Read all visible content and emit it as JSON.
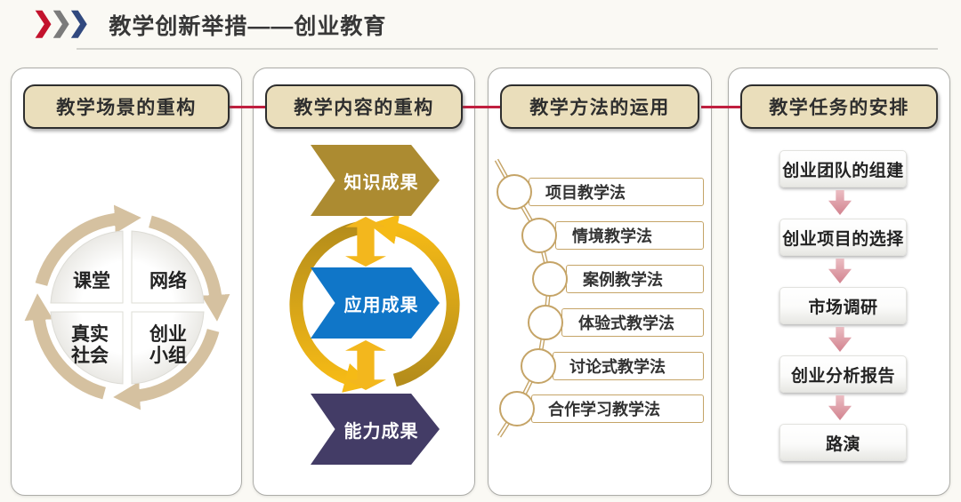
{
  "slide": {
    "title": "教学创新举措——创业教育",
    "marker_glyph": "❯"
  },
  "panels": {
    "scene": {
      "title": "教学场景的重构",
      "quadrants": [
        "课堂",
        "网络",
        "真实社会",
        "创业小组"
      ]
    },
    "content": {
      "title": "教学内容的重构",
      "levels": [
        "知识成果",
        "应用成果",
        "能力成果"
      ]
    },
    "method": {
      "title": "教学方法的运用",
      "items": [
        "项目教学法",
        "情境教学法",
        "案例教学法",
        "体验式教学法",
        "讨论式教学法",
        "合作学习教学法"
      ]
    },
    "task": {
      "title": "教学任务的安排",
      "steps": [
        "创业团队的组建",
        "创业项目的选择",
        "市场调研",
        "创业分析报告",
        "路演"
      ]
    }
  },
  "colors": {
    "accent_red": "#C01F3F",
    "marker_red": "#C3132D",
    "marker_gray": "#7B7B7B",
    "marker_blue": "#31497F",
    "header_fill": "#EADEBB",
    "level_gold": "#AC8B31",
    "level_blue": "#1076C8",
    "level_purple": "#433C66",
    "bright_gold": "#F3B71D",
    "cycle_tan": "#D5C1A0",
    "method_border": "#C5A467",
    "task_arrow_pink": "#D2838F"
  }
}
